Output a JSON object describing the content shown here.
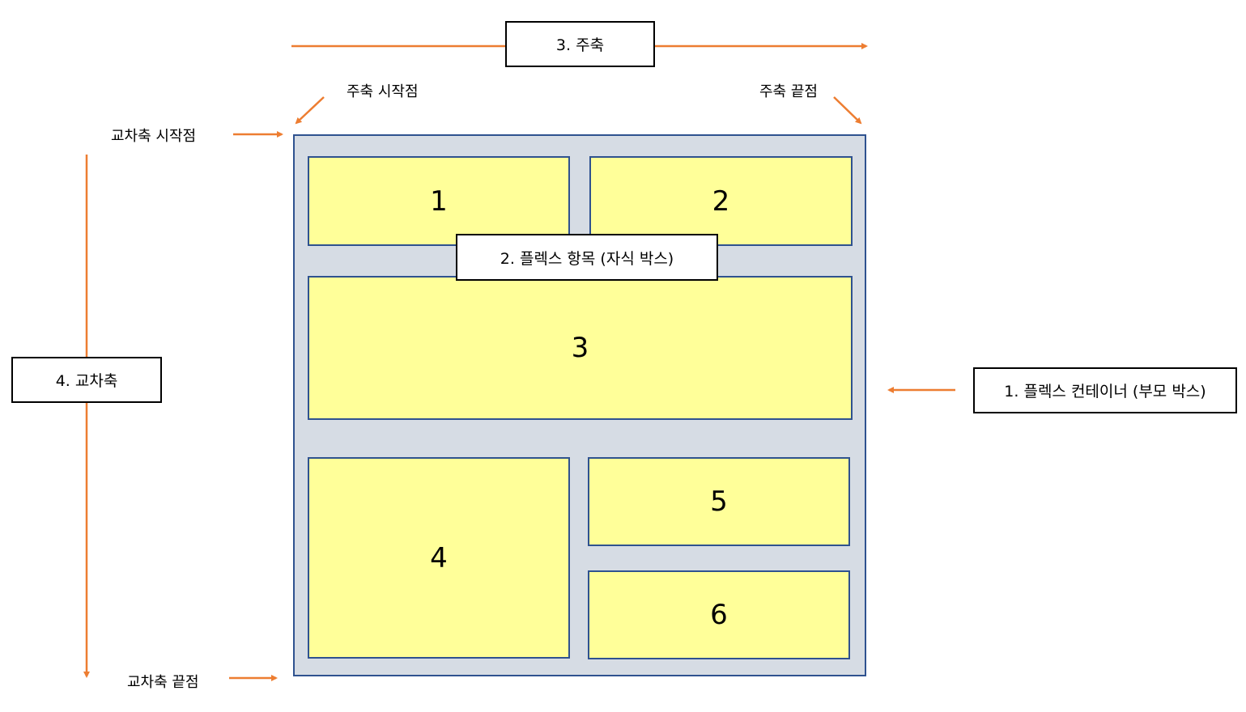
{
  "labels": {
    "main_axis": "3. 주축",
    "main_axis_start": "주축 시작점",
    "main_axis_end": "주축 끝점",
    "cross_axis": "4. 교차축",
    "cross_axis_start": "교차축 시작점",
    "cross_axis_end": "교차축 끝점",
    "flex_container": "1. 플렉스 컨테이너 (부모 박스)",
    "flex_item": "2. 플렉스 항목 (자식 박스)"
  },
  "items": [
    "1",
    "2",
    "3",
    "4",
    "5",
    "6"
  ],
  "colors": {
    "arrow": "#ed7d31",
    "container_fill": "#d6dce4",
    "container_border": "#2f528f",
    "item_fill": "#ffff99"
  }
}
